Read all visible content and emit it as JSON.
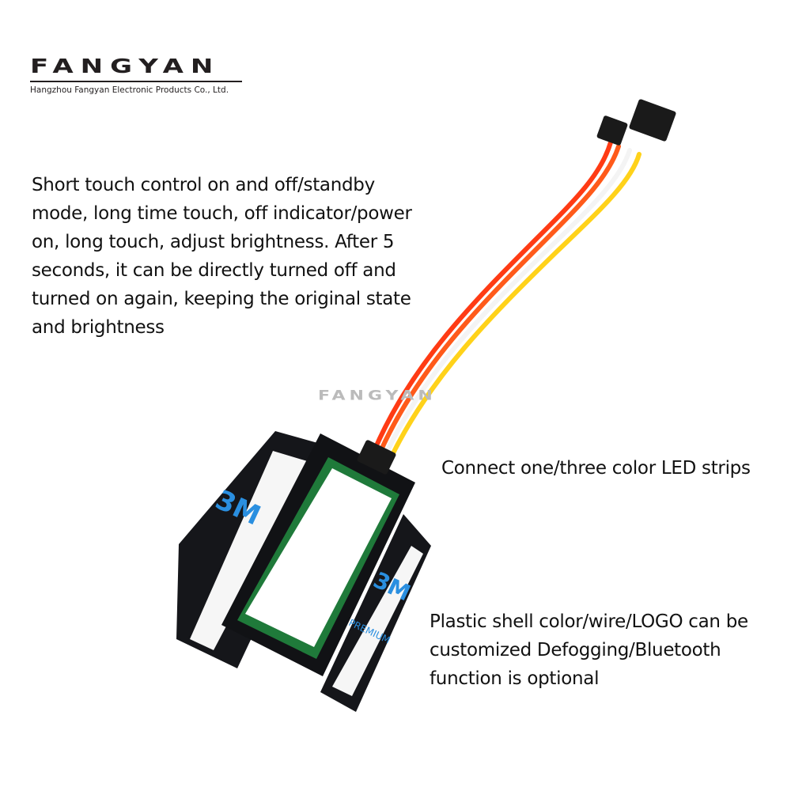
{
  "brand": {
    "logo_text": "FANGYAN",
    "company": "Hangzhou Fangyan Electronic Products Co., Ltd.",
    "watermark": "FANGYAN"
  },
  "descriptions": {
    "touch_control": "Short touch control on and off/standby mode, long time touch, off indicator/power on, long touch, adjust brightness. After 5 seconds, it can be directly turned off and turned on again, keeping the original state and brightness",
    "connect": "Connect one/three color LED strips",
    "customize": "Plastic shell color/wire/LOGO can be customized Defogging/Bluetooth function is optional"
  },
  "product": {
    "tape_label_a": "3M",
    "tape_label_b": "PREMIUM",
    "colors": {
      "shell": "#15161a",
      "pcb": "#1f7a3a",
      "tape_blue": "#2a8fe0",
      "wire_red": "#ff3b14",
      "wire_orange": "#ff6a1a",
      "wire_yellow": "#ffd21a"
    }
  }
}
